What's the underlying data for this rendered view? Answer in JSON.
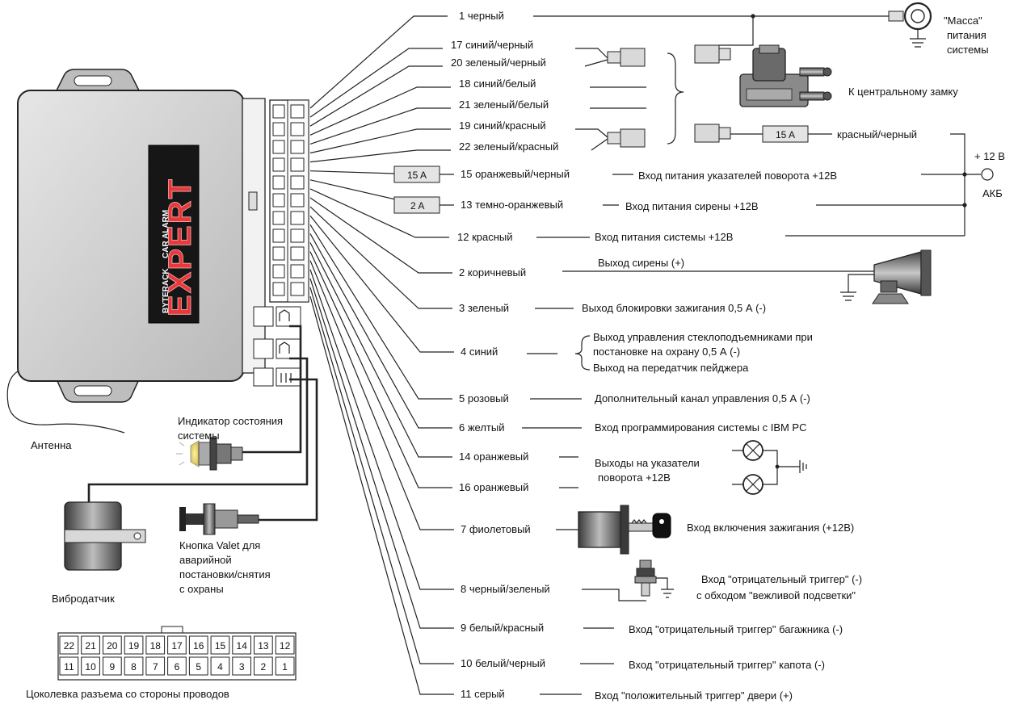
{
  "unit": {
    "brand": "BYTERACK",
    "product": "CAR ALARM",
    "model": "EXPERT"
  },
  "wires": {
    "w1": "1 черный",
    "w17": "17 синий/черный",
    "w20": "20 зеленый/черный",
    "w18": "18 синий/белый",
    "w21": "21 зеленый/белый",
    "w19": "19 синий/красный",
    "w22": "22 зеленый/красный",
    "w15": "15 оранжевый/черный",
    "w13": "13 темно-оранжевый",
    "w12": "12 красный",
    "w2": "2 коричневый",
    "w3": "3 зеленый",
    "w4": "4 синий",
    "w5": "5 розовый",
    "w6": "6 желтый",
    "w14": "14 оранжевый",
    "w16": "16 оранжевый",
    "w7": "7 фиолетовый",
    "w8": "8 черный/зеленый",
    "w9": "9 белый/красный",
    "w10": "10 белый/черный",
    "w11": "11 серый"
  },
  "fuses": {
    "f_lock": "15 A",
    "f15": "15 A",
    "f13": "2 A"
  },
  "labels": {
    "mass_1": "\"Масса\"",
    "mass_2": "питания",
    "mass_3": "системы",
    "central_lock": "К центральному замку",
    "red_black": "красный/черный",
    "plus12": "+ 12 В",
    "akb": "АКБ",
    "turn_power": "Вход питания указателей поворота +12В",
    "siren_power": "Вход питания сирены +12В",
    "system_power": "Вход питания системы +12В",
    "siren_out": "Выход сирены (+)",
    "ign_block": "Выход  блокировки зажигания 0,5 А (-)",
    "window_1": "Выход управления стеклоподъемниками при",
    "window_2": "постановке на охрану 0,5 А (-)",
    "window_3": "Выход на передатчик пейджера",
    "aux": "Дополнительный канал управления 0,5 А (-)",
    "program": "Вход программирования системы с IBM PC",
    "turn_out_1": "Выходы на указатели",
    "turn_out_2": "поворота  +12В",
    "ignition_in": "Вход  включения зажигания (+12В)",
    "neg_trig_1": "Вход \"отрицательный триггер\" (-)",
    "neg_trig_2": "с обходом \"вежливой подсветки\"",
    "trunk": "Вход \"отрицательный триггер\"  багажника (-)",
    "hood": "Вход \"отрицательный триггер\" капота (-)",
    "door": "Вход \"положительный триггер\" двери (+)",
    "antenna": "Антенна",
    "led_1": "Индикатор состояния",
    "led_2": "системы",
    "vibro": "Вибродатчик",
    "valet_1": "Кнопка Valet для",
    "valet_2": "аварийной",
    "valet_3": "постановки/снятия",
    "valet_4": "с охраны",
    "pinout": "Цоколевка разъема со стороны проводов"
  },
  "connector": {
    "top": [
      "22",
      "21",
      "20",
      "19",
      "18",
      "17",
      "16",
      "15",
      "14",
      "13",
      "12"
    ],
    "bottom": [
      "11",
      "10",
      "9",
      "8",
      "7",
      "6",
      "5",
      "4",
      "3",
      "2",
      "1"
    ]
  }
}
